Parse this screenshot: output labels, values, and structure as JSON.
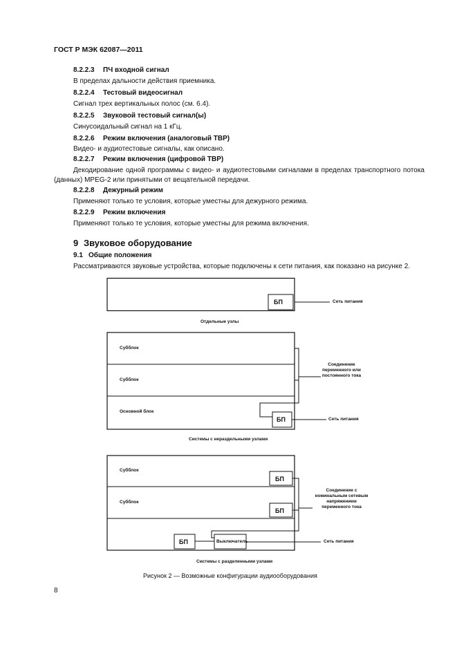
{
  "header": {
    "standard": "ГОСТ Р МЭК 62087—2011"
  },
  "sections": [
    {
      "number": "8.2.2.3",
      "title": "ПЧ входной сигнал",
      "body": "В пределах дальности действия приемника."
    },
    {
      "number": "8.2.2.4",
      "title": "Тестовый видеосигнал",
      "body": "Сигнал трех вертикальных полос (см. 6.4)."
    },
    {
      "number": "8.2.2.5",
      "title": "Звуковой тестовый сигнал(ы)",
      "body": "Синусоидальный сигнал на 1 кГц."
    },
    {
      "number": "8.2.2.6",
      "title": "Режим включения (аналоговый ТВР)",
      "body": "Видео- и аудиотестовые сигналы, как описано."
    },
    {
      "number": "8.2.2.7",
      "title": "Режим включения (цифровой ТВР)",
      "body": "Декодирование одной программы с видео- и аудиотестовыми сигналами в пределах транспортного потока (данных) MPEG-2 или принятыми от вещательной передачи."
    },
    {
      "number": "8.2.2.8",
      "title": "Дежурный режим",
      "body": "Применяют только те условия, которые уместны для дежурного режима."
    },
    {
      "number": "8.2.2.9",
      "title": "Режим включения",
      "body": "Применяют только те условия, которые уместны для режима включения."
    }
  ],
  "chapter": {
    "number": "9",
    "title": "Звуковое оборудование"
  },
  "subsection": {
    "number": "9.1",
    "title": "Общие положения",
    "body": "Рассматриваются звуковые устройства, которые подключены к сети питания, как показано на рисунке 2."
  },
  "figure": {
    "d1": {
      "psu": "БП",
      "mains": "Сеть питания",
      "caption": "Отдельные узлы"
    },
    "d2": {
      "sub1": "Субблок",
      "sub2": "Субблок",
      "main": "Основной блок",
      "psu": "БП",
      "connection": "Соединение переменного или постоянного тока",
      "mains": "Сеть питания",
      "caption": "Системы с нераздельными узлами"
    },
    "d3": {
      "sub1": "Субблок",
      "sub2": "Субблок",
      "psu1": "БП",
      "psu2": "БП",
      "psu3": "БП",
      "switch": "Выключатель",
      "connection": "Соединение с номинальным сетевым напряжением переменного тока",
      "mains": "Сеть питания",
      "caption": "Системы с разделенными узлами"
    },
    "caption": "Рисунок 2 — Возможные конфигурации аудиооборудования"
  },
  "page_number": "8"
}
